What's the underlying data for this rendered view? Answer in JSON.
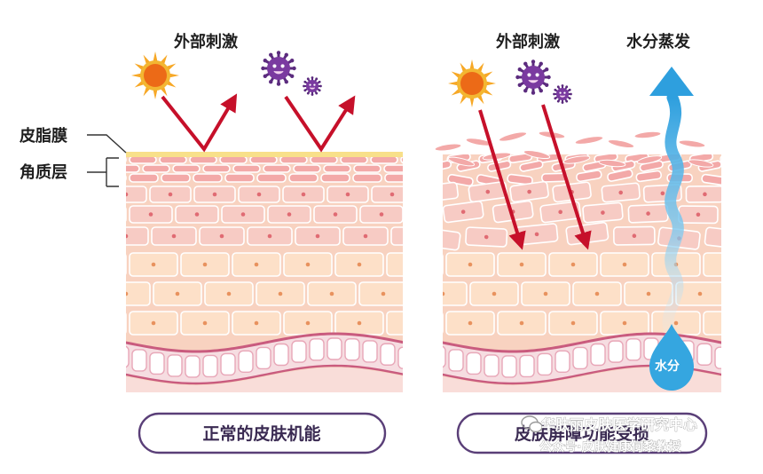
{
  "labels": {
    "left_stimulus": "外部刺激",
    "right_stimulus": "外部刺激",
    "evaporation": "水分蒸发",
    "sebum_film": "皮脂膜",
    "stratum_corneum": "角质层",
    "water": "水分"
  },
  "captions": {
    "left": "正常的皮肤机能",
    "right": "皮肤屏障功能受损"
  },
  "watermark": {
    "line1": "华肤丽皮肤医学研究中心",
    "line2": "公众号·皮肤健康何黎教授"
  },
  "colors": {
    "dermis_bg": "#f6c6b4",
    "corneum": "#f3a9a8",
    "sebum": "#f8e08a",
    "cell_pink": "#f7cbc4",
    "cell_orange": "#fde0c8",
    "basal": "#f6dde1",
    "basal_line": "#c95b7e",
    "arrow_red": "#c6102a",
    "water_blue": "#38a8e0",
    "caption_border": "#5a3f78"
  }
}
